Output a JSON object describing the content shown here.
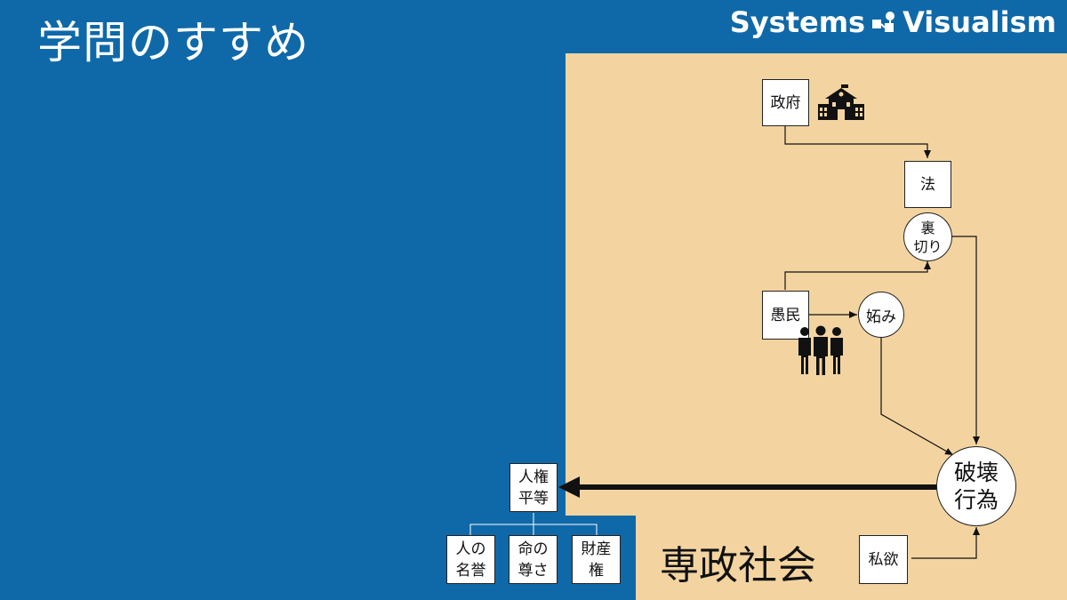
{
  "header": {
    "title": "学問のすすめ",
    "brand_left": "Systems",
    "brand_right": "Visualism"
  },
  "colors": {
    "background": "#0f69a8",
    "panel": "#f3d4a0",
    "node_fill": "#ffffff",
    "line": "#111111"
  },
  "nodes": {
    "government": "政府",
    "law": "法",
    "betrayal": "裏\n切り",
    "ignorant_people": "愚民",
    "envy": "妬み",
    "destruction": "破壊\n行為",
    "selfish_desire": "私欲",
    "human_rights": "人権\n平等",
    "honor": "人の\n名誉",
    "life_dignity": "命の\n尊さ",
    "property": "財産\n権"
  },
  "icons": {
    "government": "school-building-icon",
    "people": "group-of-people-icon",
    "logo": "systems-visualism-logo-icon"
  },
  "caption": "専政社会"
}
